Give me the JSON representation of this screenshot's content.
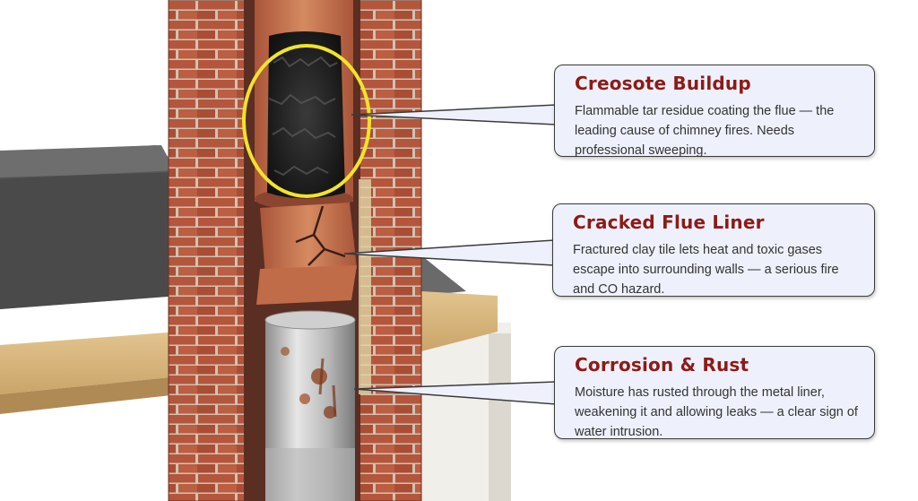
{
  "callouts": [
    {
      "title": "Creosote Buildup",
      "body": "Flammable tar residue coating the flue — the leading cause of chimney fires. Needs professional sweeping."
    },
    {
      "title": "Cracked Flue Liner",
      "body": "Fractured clay tile lets heat and toxic gases escape into surrounding walls — a serious fire and CO hazard."
    },
    {
      "title": "Corrosion & Rust",
      "body": "Moisture has rusted through the metal liner, weakening it and allowing leaks — a clear sign of water intrusion."
    }
  ],
  "colors": {
    "title": "#8e1a17",
    "brick": "#b4563c",
    "clay": "#c9774f",
    "highlight": "#f2e32b",
    "callout_bg": "#eef1fb"
  },
  "icons": [
    "creosote-highlight-ring",
    "cracked-tile",
    "rusted-liner"
  ]
}
